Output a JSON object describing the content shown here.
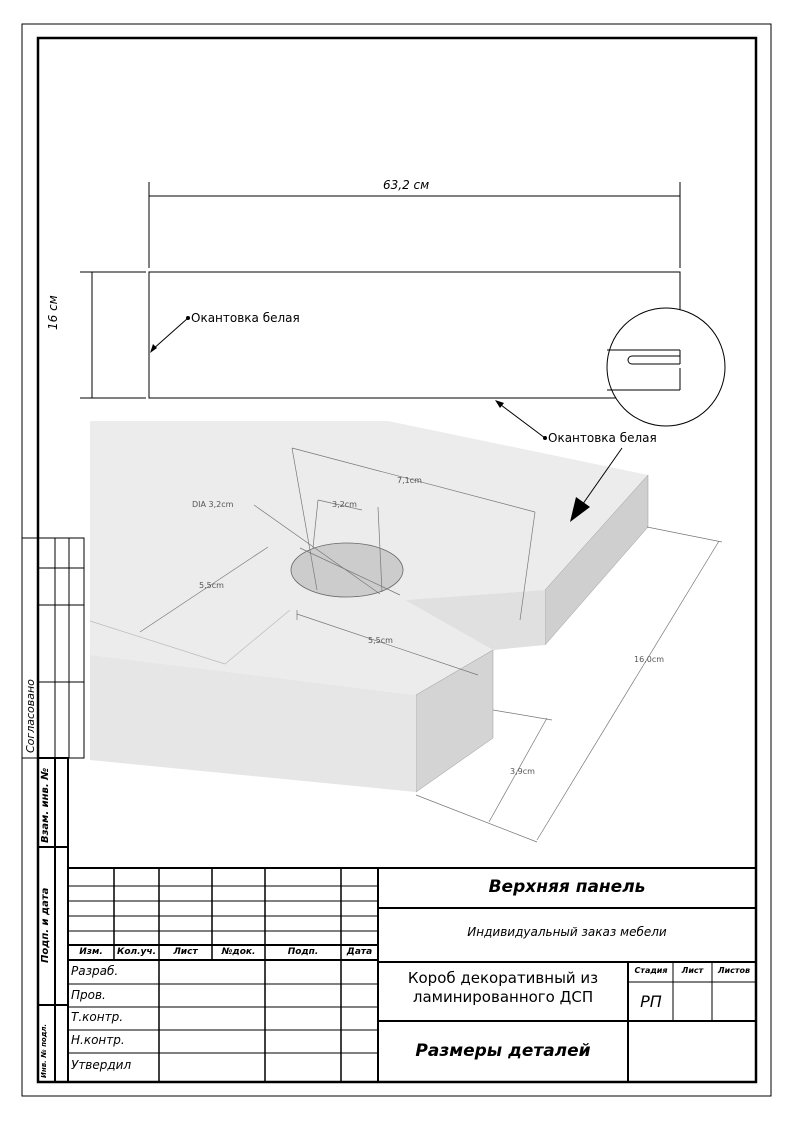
{
  "drawing": {
    "width_dim": "63,2 см",
    "height_dim": "16 см",
    "edge_label_left": "Окантовка белая",
    "edge_label_bottom": "Окантовка белая"
  },
  "detail3d": {
    "dia": "DIA 3,2cm",
    "dim_7_1": "7,1cm",
    "dim_3_2": "3,2cm",
    "dim_5_5_left": "5,5cm",
    "dim_5_5_bottom": "5,5cm",
    "dim_16": "16,0cm",
    "dim_3_9": "3,9cm"
  },
  "side_stamp": {
    "soglasovano": "Согласовано",
    "vzam": "Взам. инв. №",
    "podp_data": "Подп. и дата",
    "inv_podl": "Инв. № подл."
  },
  "title_block": {
    "title": "Верхняя панель",
    "subtitle": "Индивидуальный заказ мебели",
    "product": "Короб декоративный из ламинированного ДСП",
    "sheet_name": "Размеры деталей",
    "col_headers": [
      "Изм.",
      "Кол.уч.",
      "Лист",
      "№док.",
      "Подп.",
      "Дата"
    ],
    "roles": [
      "Разраб.",
      "Пров.",
      "Т.контр.",
      "Н.контр.",
      "Утвердил"
    ],
    "stage_label": "Стадия",
    "sheet_label": "Лист",
    "sheets_label": "Листов",
    "stage_value": "РП"
  }
}
